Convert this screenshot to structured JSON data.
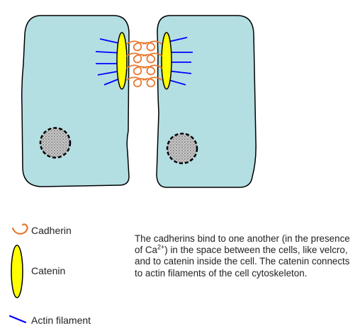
{
  "colors": {
    "cell_fill": "#b3dfe3",
    "cell_stroke": "#000000",
    "cadherin": "#e8772e",
    "catenin_fill": "#ffff00",
    "actin": "#0000ff",
    "nucleus_fill": "#b8b8b8",
    "nucleus_stroke": "#000000"
  },
  "legend": {
    "cadherin": {
      "label": "Cadherin",
      "icon": "cadherin-hook-icon"
    },
    "catenin": {
      "label": "Catenin",
      "icon": "catenin-ellipse-icon"
    },
    "actin": {
      "label": "Actin filament",
      "icon": "actin-line-icon"
    }
  },
  "caption": {
    "before": "The cadherins bind to one another (in the presence of Ca",
    "superscript": "2+",
    "after": ") in the space between the cells, like velcro, and to catenin inside the cell. The catenin connects to actin filaments of the cell cytoskeleton."
  }
}
